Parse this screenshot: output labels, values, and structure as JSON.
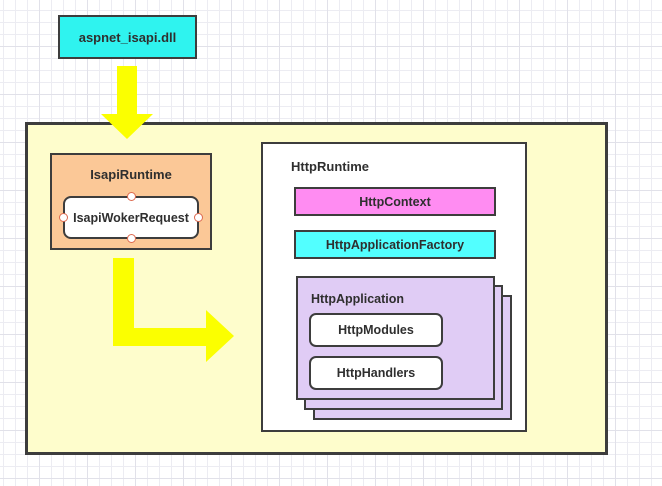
{
  "diagram": {
    "nodes": {
      "aspnet_isapi_dll": {
        "label": "aspnet_isapi.dll"
      },
      "isapi_runtime": {
        "label": "IsapiRuntime"
      },
      "isapi_woker_request": {
        "label": "IsapiWokerRequest"
      },
      "http_runtime": {
        "label": "HttpRuntime"
      },
      "http_context": {
        "label": "HttpContext"
      },
      "http_application_factory": {
        "label": "HttpApplicationFactory"
      },
      "http_application": {
        "label": "HttpApplication",
        "stack_count": 3
      },
      "http_modules": {
        "label": "HttpModules"
      },
      "http_handlers": {
        "label": "HttpHandlers"
      }
    },
    "colors": {
      "cyan_bright": "#2FF3EF",
      "cyan_light": "#52FFFF",
      "magenta": "#FF8CF2",
      "orange": "#FBC897",
      "purple": "#E0CCF5",
      "container_yellow": "#FEFDCC",
      "arrow_yellow": "#FBFF00",
      "border_dark": "#3D3D3D",
      "text_dark": "#2F2F2F",
      "grid_minor": "#ECECF2",
      "grid_major": "#E1E1E9",
      "handle_border": "#DD6A50",
      "white": "#FFFFFF"
    }
  }
}
